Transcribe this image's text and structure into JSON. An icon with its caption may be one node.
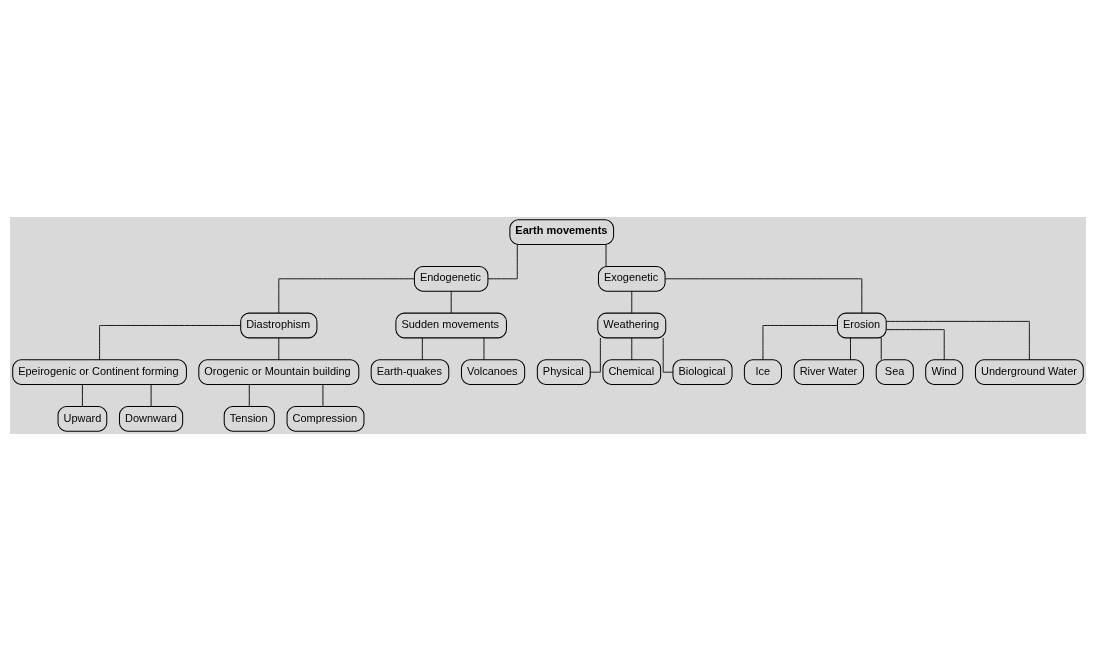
{
  "diagram": {
    "nodes": [
      {
        "text": [
          "Earth movements"
        ]
      },
      {
        "text": [
          "Endogenetic"
        ]
      },
      {
        "text": [
          "Exogenetic"
        ]
      },
      {
        "text": [
          "Diastrophism"
        ]
      },
      {
        "text": [
          "Sudden movements"
        ]
      },
      {
        "text": [
          "Weathering"
        ]
      },
      {
        "text": [
          "Erosion"
        ]
      },
      {
        "text": [
          "Epeirogenic or Continent forming"
        ]
      },
      {
        "text": [
          "Orogenic or Mountain building"
        ]
      },
      {
        "text": [
          "Earth-quakes"
        ]
      },
      {
        "text": [
          "Volcanoes"
        ]
      },
      {
        "text": [
          "Physical"
        ]
      },
      {
        "text": [
          "Chemical"
        ]
      },
      {
        "text": [
          "Biological"
        ]
      },
      {
        "text": [
          "Ice"
        ]
      },
      {
        "text": [
          "River Water"
        ]
      },
      {
        "text": [
          "Sea"
        ]
      },
      {
        "text": [
          "Wind"
        ]
      },
      {
        "text": [
          "Underground Water"
        ]
      },
      {
        "text": [
          "Upward"
        ]
      },
      {
        "text": [
          "Downward"
        ]
      },
      {
        "text": [
          "Tension"
        ]
      },
      {
        "text": [
          "Compression"
        ]
      }
    ],
    "edges": [
      {
        "from": 0,
        "to": 1,
        "arrow": "none"
      },
      {
        "from": 0,
        "to": 2,
        "arrow": "none"
      },
      {
        "from": 1,
        "to": 3,
        "arrow": "none"
      },
      {
        "from": 1,
        "to": 4,
        "arrow": "none"
      },
      {
        "from": 2,
        "to": 5,
        "arrow": "none"
      },
      {
        "from": 2,
        "to": 6,
        "arrow": "none"
      },
      {
        "from": 3,
        "to": 7,
        "arrow": "none"
      },
      {
        "from": 3,
        "to": 8,
        "arrow": "none"
      },
      {
        "from": 4,
        "to": 9,
        "arrow": "none"
      },
      {
        "from": 4,
        "to": 10,
        "arrow": "none"
      },
      {
        "from": 5,
        "to": 11,
        "arrow": "none"
      },
      {
        "from": 5,
        "to": 12,
        "arrow": "none"
      },
      {
        "from": 5,
        "to": 13,
        "arrow": "none"
      },
      {
        "from": 6,
        "to": 14,
        "arrow": "none"
      },
      {
        "from": 6,
        "to": 15,
        "arrow": "none"
      },
      {
        "from": 6,
        "to": 16,
        "arrow": "none"
      },
      {
        "from": 6,
        "to": 17,
        "arrow": "none"
      },
      {
        "from": 6,
        "to": 18,
        "arrow": "none"
      },
      {
        "from": 7,
        "to": 19,
        "arrow": "none"
      },
      {
        "from": 7,
        "to": 20,
        "arrow": "none"
      },
      {
        "from": 8,
        "to": 21,
        "arrow": "none"
      },
      {
        "from": 8,
        "to": 22,
        "arrow": "none"
      }
    ]
  }
}
